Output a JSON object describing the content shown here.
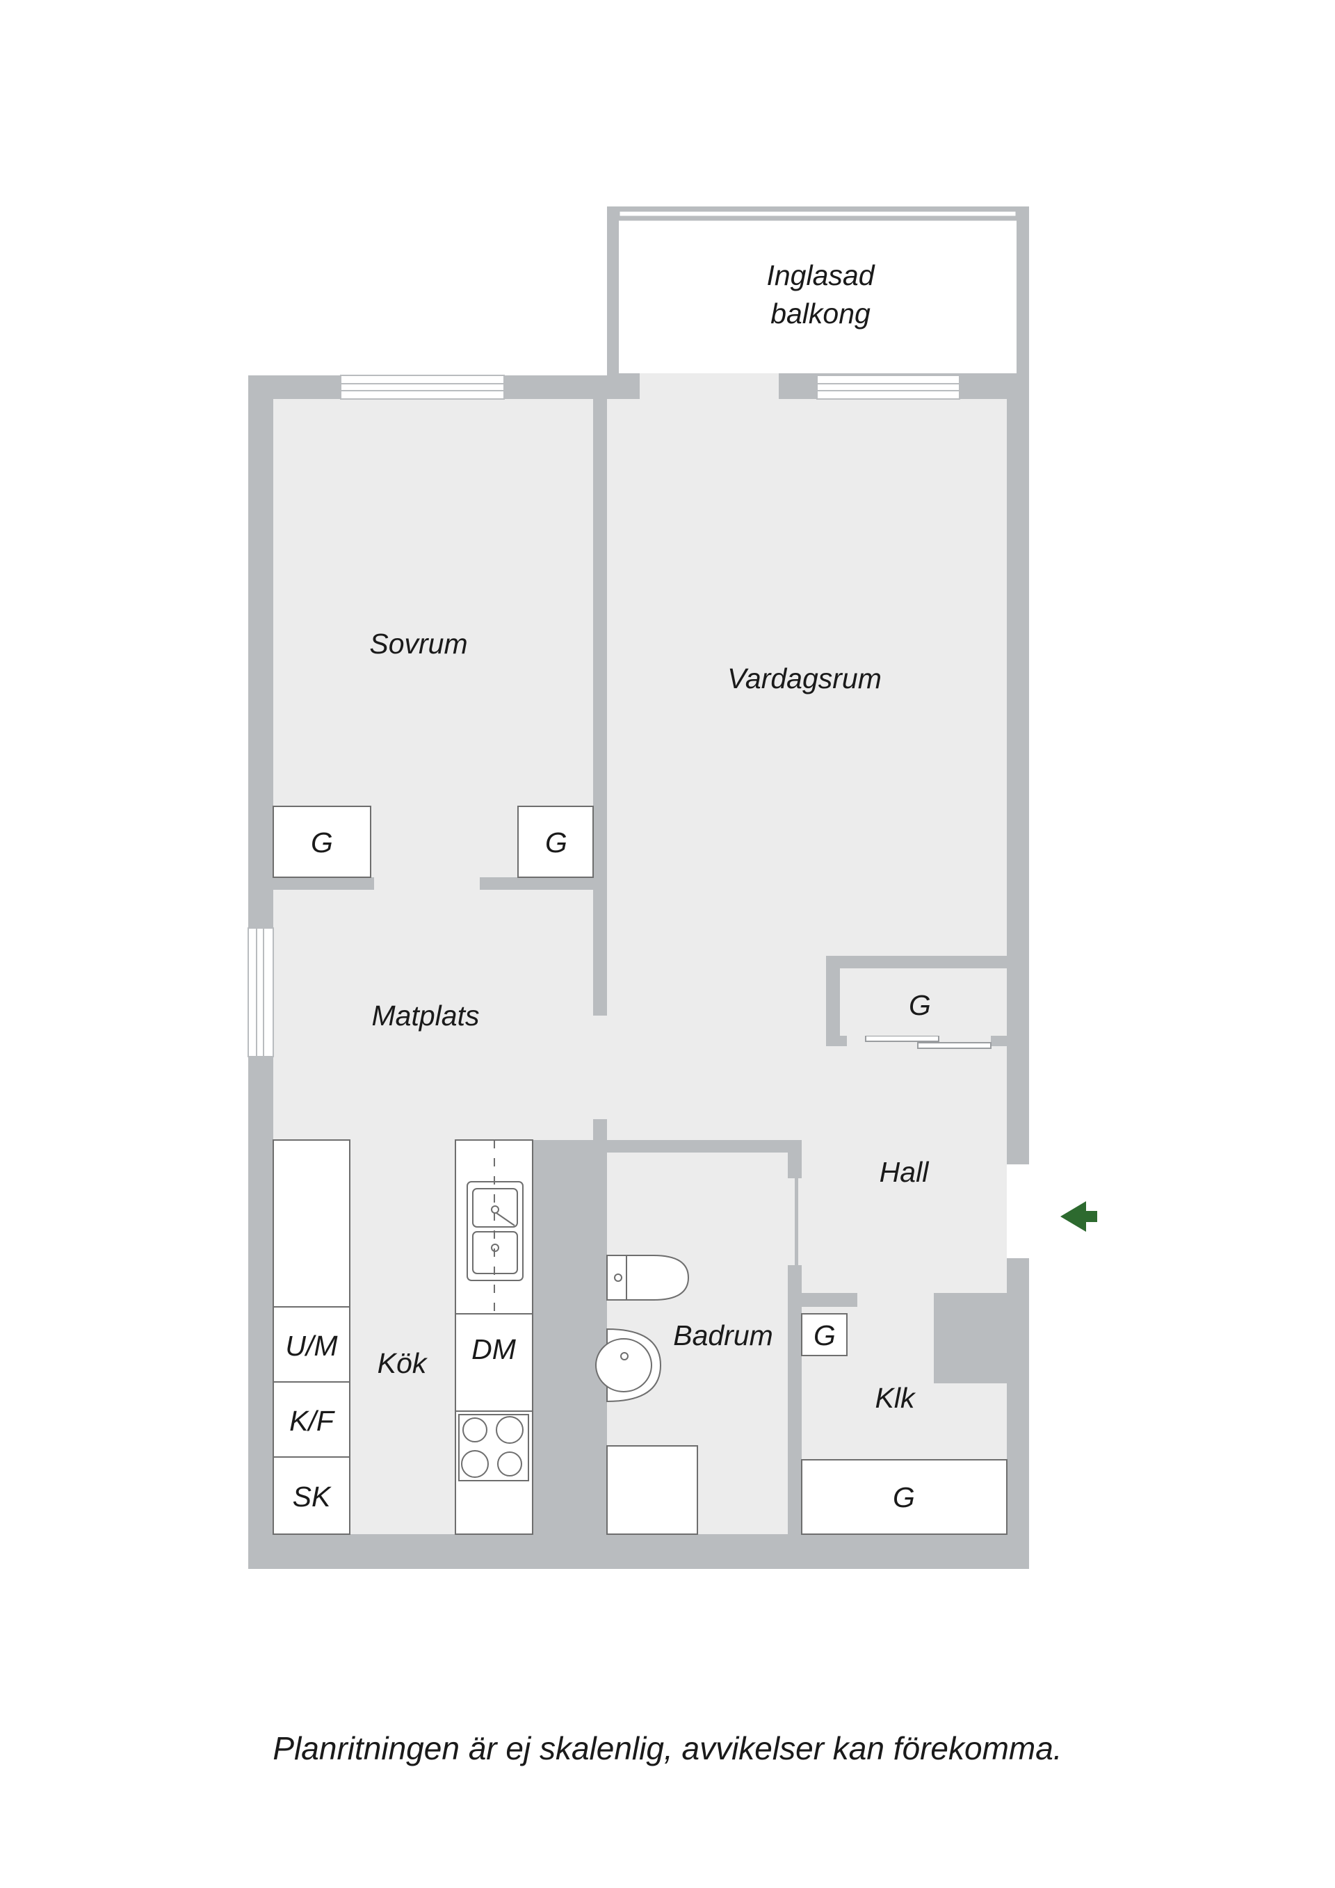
{
  "plan": {
    "rooms": {
      "balcony_line1": "Inglasad",
      "balcony_line2": "balkong",
      "bedroom": "Sovrum",
      "living_room": "Vardagsrum",
      "dining": "Matplats",
      "kitchen": "Kök",
      "hall": "Hall",
      "bathroom": "Badrum",
      "walk_in_closet": "Klk"
    },
    "fixtures": {
      "wardrobe": "G",
      "washer_microwave": "U/M",
      "fridge_freezer": "K/F",
      "broom_cabinet": "SK",
      "dishwasher": "DM"
    },
    "colors": {
      "wall": "#b9bcbf",
      "floor": "#ececec",
      "entrance_arrow": "#2d6a2f"
    }
  },
  "disclaimer": "Planritningen är ej skalenlig, avvikelser kan förekomma."
}
